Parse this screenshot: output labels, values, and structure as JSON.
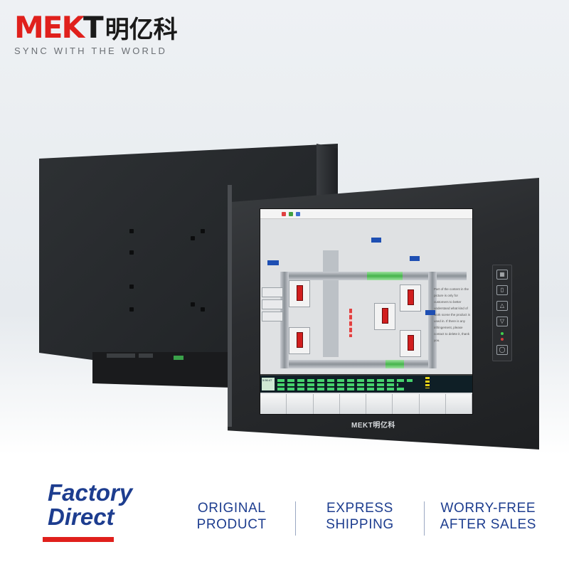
{
  "brand": {
    "name_red": "MEK",
    "name_black": "T",
    "name_cn": "明亿科",
    "tagline": "SYNC WITH THE WORLD",
    "device_logo": "MEKT明亿科"
  },
  "headline": {
    "line1": "Factory",
    "line2": "Direct"
  },
  "features": [
    {
      "line1": "ORIGINAL",
      "line2": "PRODUCT"
    },
    {
      "line1": "EXPRESS",
      "line2": "SHIPPING"
    },
    {
      "line1": "WORRY-FREE",
      "line2": "AFTER SALES"
    }
  ],
  "screen": {
    "note": "Part of the content in the picture is only for customers to better understand what kind of work scene the product is used in. If there is any infringement, please contact to delete it, thank you.",
    "time": "5:56:47"
  },
  "colors": {
    "accent_red": "#e0201c",
    "brand_blue": "#1d3d8f",
    "device_black": "#2a2c2f"
  },
  "icons": {
    "panel_buttons": [
      "grid-icon",
      "phone-icon",
      "arrow-up-icon",
      "arrow-down-icon",
      "power-icon"
    ]
  }
}
